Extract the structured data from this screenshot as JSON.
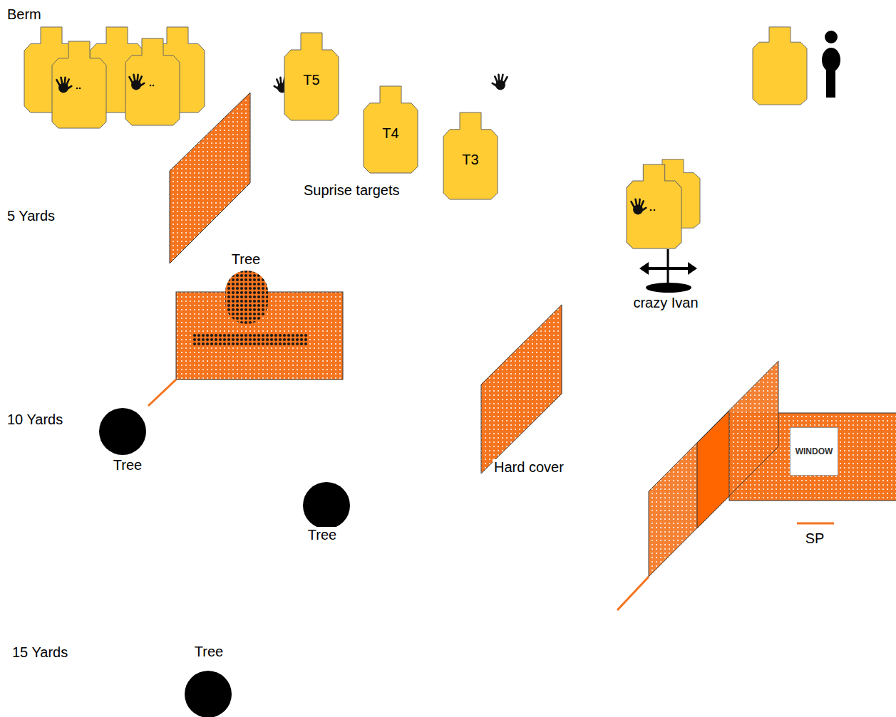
{
  "diagram": {
    "nodes": [
      {
        "text": [
          "T5"
        ]
      },
      {
        "text": [
          "T4"
        ]
      },
      {
        "text": [
          "T3"
        ]
      },
      {
        "text": [
          "WINDOW"
        ]
      }
    ],
    "labels": [
      "Berm",
      "Suprise targets",
      "5 Yards",
      "Tree",
      "crazy Ivan",
      "10 Yards",
      "Tree",
      "Hard cover",
      "Tree",
      "SP",
      "15 Yards",
      "Tree"
    ]
  }
}
